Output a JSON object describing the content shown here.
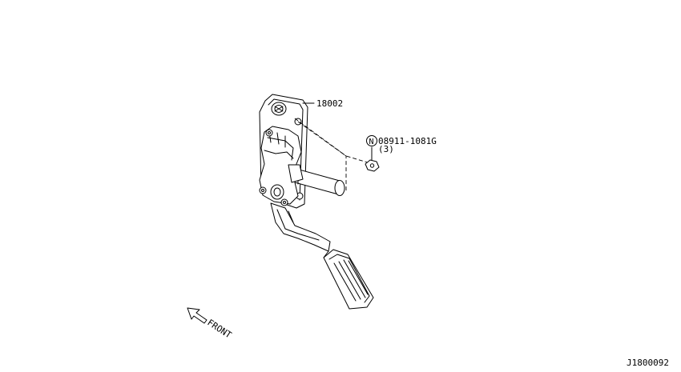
{
  "parts": {
    "pedal_assembly": {
      "number": "18002"
    },
    "nut": {
      "symbol": "N",
      "number": "08911-1081G",
      "quantity": "(3)"
    }
  },
  "orientation": {
    "label": "FRONT"
  },
  "diagram_id": "J1800092"
}
